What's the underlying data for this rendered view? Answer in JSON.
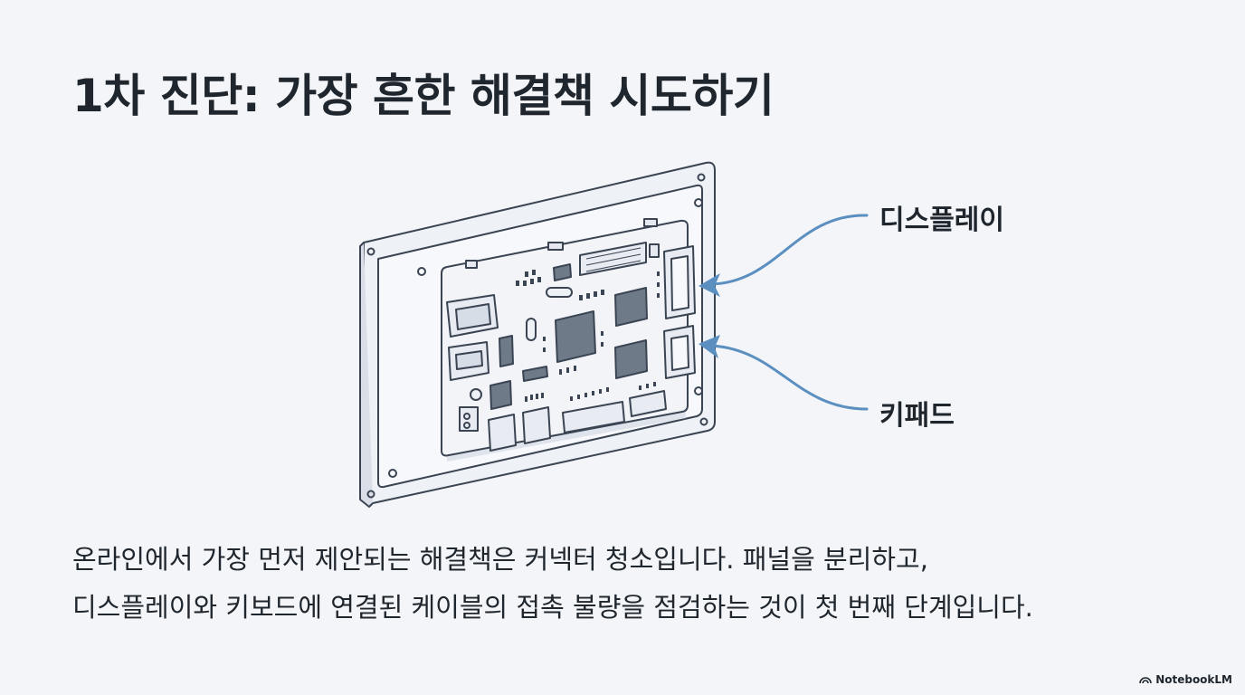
{
  "title": "1차 진단: 가장 흔한 해결책 시도하기",
  "callouts": {
    "display": "디스플레이",
    "keypad": "키패드"
  },
  "body": {
    "line1": "온라인에서 가장 먼저 제안되는 해결책은 커넥터 청소입니다. 패널을 분리하고,",
    "line2": "디스플레이와 키보드에 연결된 케이블의 접촉 불량을 점검하는 것이 첫 번째 단계입니다."
  },
  "brand": {
    "name": "NotebookLM",
    "icon": "notebooklm-logo-icon"
  },
  "colors": {
    "accent_arrow": "#5b8fc0",
    "background": "#f3f5f8",
    "board_outline": "#3a4452"
  }
}
